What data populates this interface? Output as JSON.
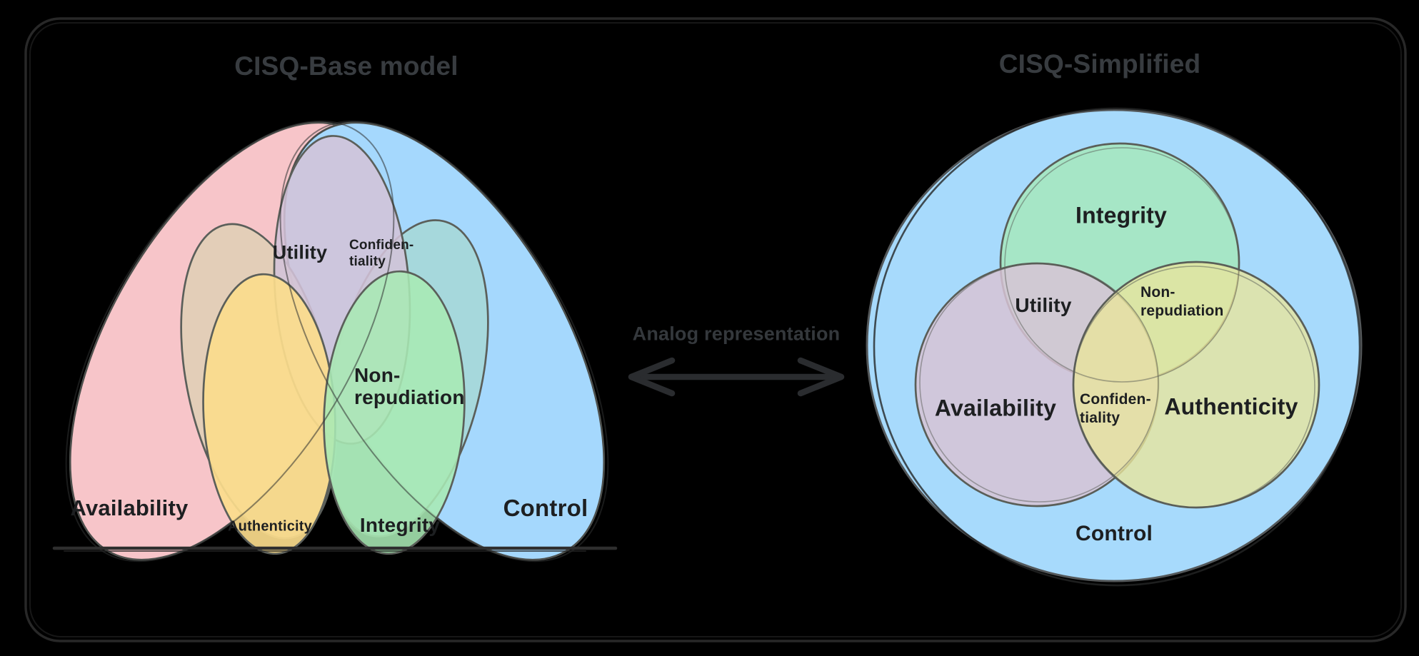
{
  "left_diagram": {
    "title": "CISQ-Base model",
    "labels": {
      "availability": "Availability",
      "authenticity": "Authenticity",
      "integrity": "Integrity",
      "control": "Control",
      "utility": "Utility",
      "confidentiality_line1": "Confiden-",
      "confidentiality_line2": "tiality",
      "non_repudiation_line1": "Non-",
      "non_repudiation_line2": "repudiation"
    }
  },
  "right_diagram": {
    "title": "CISQ-Simplified",
    "labels": {
      "integrity": "Integrity",
      "utility": "Utility",
      "non_repudiation_line1": "Non-",
      "non_repudiation_line2": "repudiation",
      "availability": "Availability",
      "confidentiality_line1": "Confiden-",
      "confidentiality_line2": "tiality",
      "authenticity": "Authenticity",
      "control": "Control"
    }
  },
  "connector": {
    "label": "Analog representation",
    "arrow_style": "double-headed"
  },
  "colors": {
    "background": "#000000",
    "border_stroke": "#282828",
    "title_text": "#383c40",
    "label_text": "#1d1f21",
    "connector_text": "#34383c",
    "arrow": "#2a2c2f",
    "pink_availability": "#f7c5c9",
    "blue_control": "#a5d8fd",
    "beige_utility": "#ded0b4",
    "teal_non_repudiation": "#a6d8d3",
    "purple_confidentiality": "#d3c3d8",
    "yellow_authenticity": "#fbdc8c",
    "green_integrity": "#a9e9b4",
    "right_blue": "#a7dafc",
    "right_green": "#a6e7c0",
    "right_purple": "#d7c3d5",
    "right_yellow": "#e9e59c"
  }
}
